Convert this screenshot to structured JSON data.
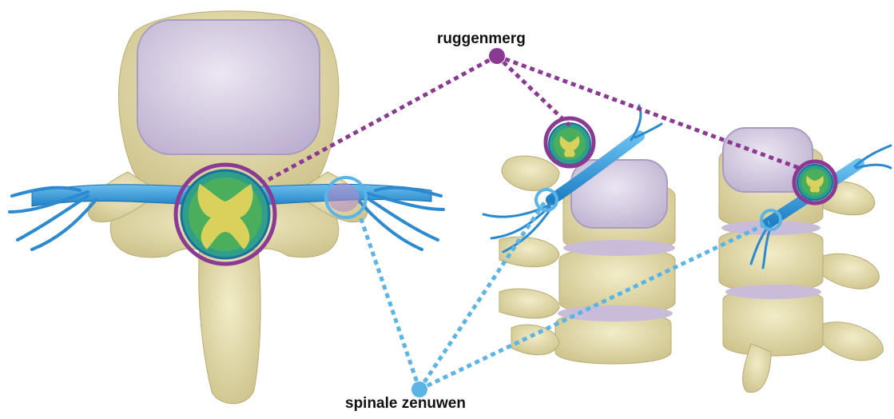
{
  "labels": {
    "spinal_cord": "ruggenmerg",
    "spinal_nerves": "spinale zenuwen"
  },
  "colors": {
    "bone": "#e8e2b4",
    "bone_shade": "#c9c08a",
    "disc": "#d8cde6",
    "nerve": "#3a98d8",
    "cord_green": "#3aa06a",
    "cord_gray": "#d8d35a",
    "spinal_cord_marker": "#8b3a93",
    "spinal_nerves_marker": "#5ab5e6"
  },
  "icons": [
    "vertebra-top-view",
    "spine-segment-side-view",
    "spine-segment-oblique-view"
  ]
}
